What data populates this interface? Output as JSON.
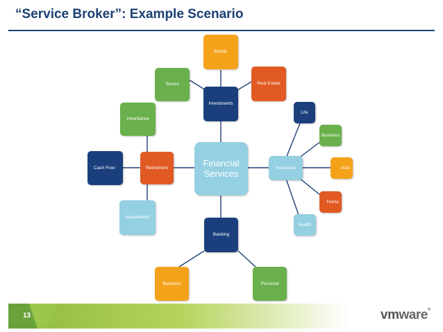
{
  "title": "“Service Broker”: Example Scenario",
  "page_number": "13",
  "logo": {
    "prefix": "vm",
    "suffix": "ware",
    "mark": "®"
  },
  "nodes": {
    "center": "Financial Services",
    "investments": "Investments",
    "bonds": "Bonds",
    "stocks": "Stocks",
    "real_estate": "Real Estate",
    "retirement": "Retirement",
    "inheritance": "Inheritance",
    "cash_flow": "Cash Flow",
    "ret_investments": "Investments",
    "insurance": "Insurance",
    "life": "Life",
    "business_ins": "Business",
    "auto": "Auto",
    "home": "Home",
    "health": "Health",
    "banking": "Banking",
    "business_bank": "Business",
    "personal": "Personal"
  },
  "colors": {
    "title": "#1c3f73",
    "navy": "#1a3f7c",
    "orange": "#f5a21b",
    "green": "#6ab04c",
    "red_orange": "#e15a24",
    "light_blue": "#95d0e2",
    "line": "#1c3f73"
  }
}
